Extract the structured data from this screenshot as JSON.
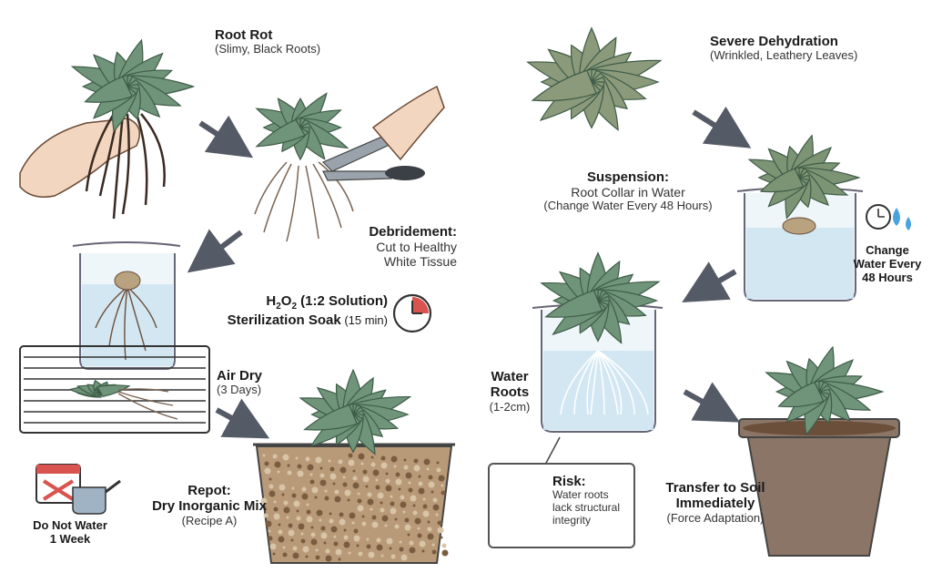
{
  "steps": {
    "root_rot": {
      "title": "Root Rot",
      "sub": "(Slimy, Black Roots)"
    },
    "debridement": {
      "title": "Debridement:",
      "line1": "Cut to Healthy",
      "line2": "White Tissue"
    },
    "soak": {
      "h": "H",
      "two_a": "2",
      "o": "O",
      "two_b": "2",
      "ratio": " (1:2 Solution)",
      "title2": "Sterilization Soak",
      "time": " (15 min)"
    },
    "air_dry": {
      "title": "Air Dry",
      "sub": "(3 Days)"
    },
    "repot": {
      "title": "Repot:",
      "line2": "Dry Inorganic Mix",
      "sub": "(Recipe A)"
    },
    "no_water": {
      "line1": "Do Not Water",
      "line2": "1 Week"
    },
    "dehydration": {
      "title": "Severe Dehydration",
      "sub": "(Wrinkled, Leathery Leaves)"
    },
    "suspension": {
      "title": "Suspension:",
      "line2": "Root Collar in Water",
      "sub": "(Change Water Every 48 Hours)"
    },
    "change_water": {
      "line1": "Change",
      "line2": "Water Every",
      "line3": "48 Hours"
    },
    "water_roots": {
      "line1": "Water",
      "line2": "Roots",
      "sub": "(1-2cm)"
    },
    "risk": {
      "title": "Risk:",
      "line1": "Water roots",
      "line2": "lack structural",
      "line3": "integrity"
    },
    "transfer": {
      "line1": "Transfer to Soil",
      "line2": "Immediately",
      "sub": "(Force Adaptation)"
    }
  },
  "colors": {
    "leaf": "#6f9479",
    "leaf_dark": "#3f5c48",
    "leaf_dry": "#8a9a7a",
    "root": "#6b4f3a",
    "water": "#cfe6f2",
    "arrow": "#555b66",
    "soil": "#8a6a4a",
    "pot": "#6e5a4c"
  },
  "icons": [
    "hand-icon",
    "pruning-shears-icon",
    "beaker-icon",
    "drying-rack-icon",
    "timer-icon",
    "calendar-no-water-icon",
    "watering-can-icon",
    "stopwatch-icon",
    "water-drops-icon",
    "info-icon"
  ]
}
